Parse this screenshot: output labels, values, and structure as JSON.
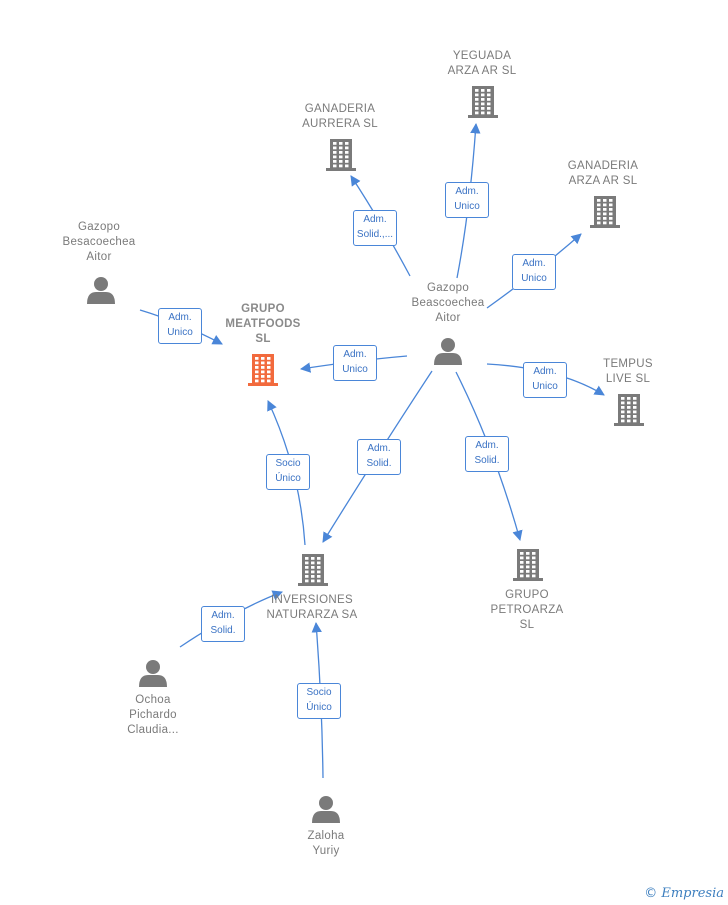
{
  "colors": {
    "edge": "#4a86d8",
    "node": "#7a7a7a",
    "highlight": "#f26a3d"
  },
  "nodes": [
    {
      "id": "grupo-meatfoods",
      "type": "company",
      "highlight": true,
      "label": [
        "GRUPO",
        "MEATFOODS",
        "SL"
      ]
    },
    {
      "id": "gazopo-beascoechea",
      "type": "person",
      "label": [
        "Gazopo",
        "Beascoechea",
        "Aitor"
      ]
    },
    {
      "id": "gazopo-besacoechea",
      "type": "person",
      "label": [
        "Gazopo",
        "Besacoechea",
        "Aitor"
      ]
    },
    {
      "id": "yeguada-arza",
      "type": "company",
      "label": [
        "YEGUADA",
        "ARZA AR  SL"
      ]
    },
    {
      "id": "ganaderia-aurrera",
      "type": "company",
      "label": [
        "GANADERIA",
        "AURRERA  SL"
      ]
    },
    {
      "id": "ganaderia-arza",
      "type": "company",
      "label": [
        "GANADERIA",
        "ARZA AR  SL"
      ]
    },
    {
      "id": "tempus-live",
      "type": "company",
      "label": [
        "TEMPUS",
        "LIVE SL"
      ]
    },
    {
      "id": "inversiones-naturarza",
      "type": "company",
      "label": [
        "INVERSIONES",
        "NATURARZA SA"
      ]
    },
    {
      "id": "grupo-petroarza",
      "type": "company",
      "label": [
        "GRUPO",
        "PETROARZA",
        "SL"
      ]
    },
    {
      "id": "ochoa-pichardo",
      "type": "person",
      "label": [
        "Ochoa",
        "Pichardo",
        "Claudia..."
      ]
    },
    {
      "id": "zaloha-yuriy",
      "type": "person",
      "label": [
        "Zaloha",
        "Yuriy"
      ]
    }
  ],
  "edges": [
    {
      "from": "gazopo-beascoechea",
      "to": "yeguada-arza",
      "label": [
        "Adm.",
        "Unico"
      ]
    },
    {
      "from": "gazopo-beascoechea",
      "to": "ganaderia-aurrera",
      "label": [
        "Adm.",
        "Solid.,..."
      ]
    },
    {
      "from": "gazopo-beascoechea",
      "to": "ganaderia-arza",
      "label": [
        "Adm.",
        "Unico"
      ]
    },
    {
      "from": "gazopo-beascoechea",
      "to": "grupo-meatfoods",
      "label": [
        "Adm.",
        "Unico"
      ]
    },
    {
      "from": "gazopo-beascoechea",
      "to": "tempus-live",
      "label": [
        "Adm.",
        "Unico"
      ]
    },
    {
      "from": "gazopo-beascoechea",
      "to": "inversiones-naturarza",
      "label": [
        "Adm.",
        "Solid."
      ]
    },
    {
      "from": "gazopo-beascoechea",
      "to": "grupo-petroarza",
      "label": [
        "Adm.",
        "Solid."
      ]
    },
    {
      "from": "gazopo-besacoechea",
      "to": "grupo-meatfoods",
      "label": [
        "Adm.",
        "Unico"
      ]
    },
    {
      "from": "inversiones-naturarza",
      "to": "grupo-meatfoods",
      "label": [
        "Socio",
        "Único"
      ]
    },
    {
      "from": "ochoa-pichardo",
      "to": "inversiones-naturarza",
      "label": [
        "Adm.",
        "Solid."
      ]
    },
    {
      "from": "zaloha-yuriy",
      "to": "inversiones-naturarza",
      "label": [
        "Socio",
        "Único"
      ]
    }
  ],
  "footer": {
    "copyright_symbol": "©",
    "brand": "Empresia"
  }
}
